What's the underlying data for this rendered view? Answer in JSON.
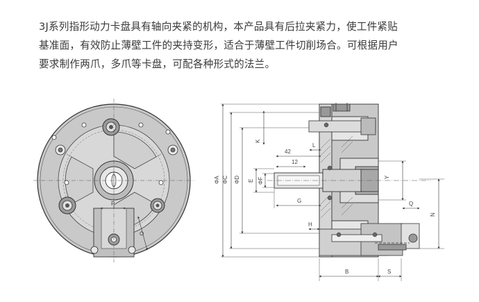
{
  "description": {
    "line1": "3J系列指形动力卡盘具有轴向夹紧的机构，本产品具有后拉夹紧力，使工件紧贴",
    "line2": "基准面，有效防止薄壁工件的夹持变形，适合于薄壁工件切削场合。可根据用户",
    "line3": "要求制作两爪，多爪等卡盘，可配各种形式的法兰。"
  },
  "front_view": {
    "label_P": "P",
    "label_O": "O"
  },
  "side_view": {
    "dim_A": "ΦA",
    "dim_C": "ΦC",
    "dim_D": "ΦD",
    "dim_E": "E",
    "dim_F": "ΦF",
    "dim_K": "K",
    "dim_L": "L",
    "dim_42": "42",
    "dim_12": "12",
    "dim_G": "G",
    "dim_H": "H",
    "dim_Y": "Y",
    "dim_Q": "Q",
    "dim_N": "N",
    "dim_B": "B",
    "dim_S": "S"
  },
  "colors": {
    "text": "#3a3a3a",
    "line": "#333333",
    "fill_body": "#c9c9c9",
    "fill_light": "#e4e4e4",
    "fill_dark": "#8a8a8a"
  }
}
